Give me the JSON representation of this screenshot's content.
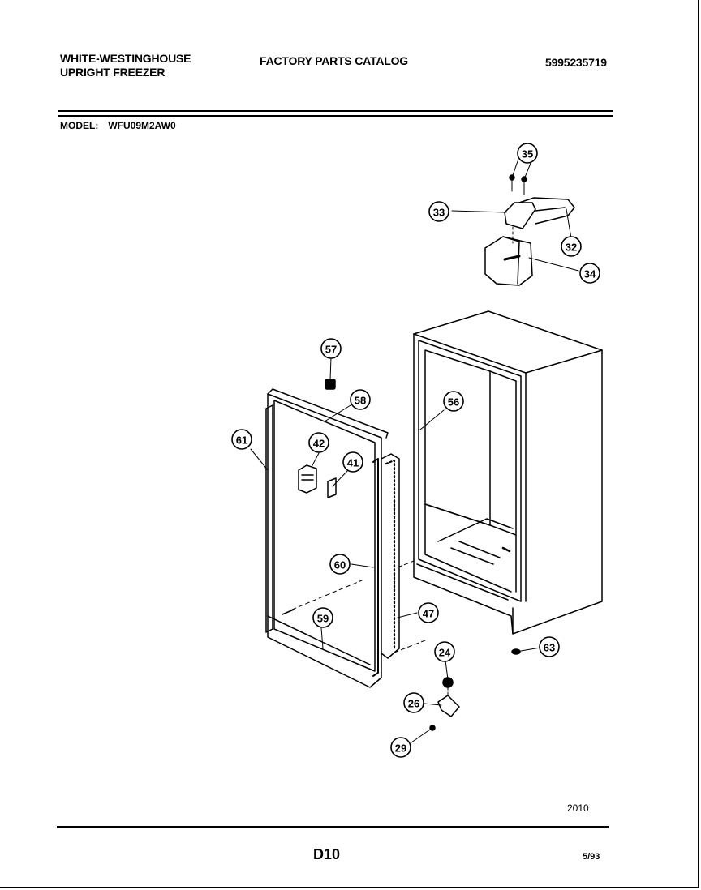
{
  "header": {
    "brand_line1": "WHITE-WESTINGHOUSE",
    "brand_line2": "UPRIGHT FREEZER",
    "catalog": "FACTORY PARTS CATALOG",
    "part_number": "5995235719"
  },
  "model": {
    "label": "MODEL:",
    "value": "WFU09M2AW0"
  },
  "callouts": [
    "35",
    "33",
    "32",
    "34",
    "57",
    "58",
    "56",
    "61",
    "42",
    "41",
    "60",
    "47",
    "59",
    "24",
    "63",
    "26",
    "29"
  ],
  "footer": {
    "code": "2010",
    "page": "D10",
    "date": "5/93"
  }
}
